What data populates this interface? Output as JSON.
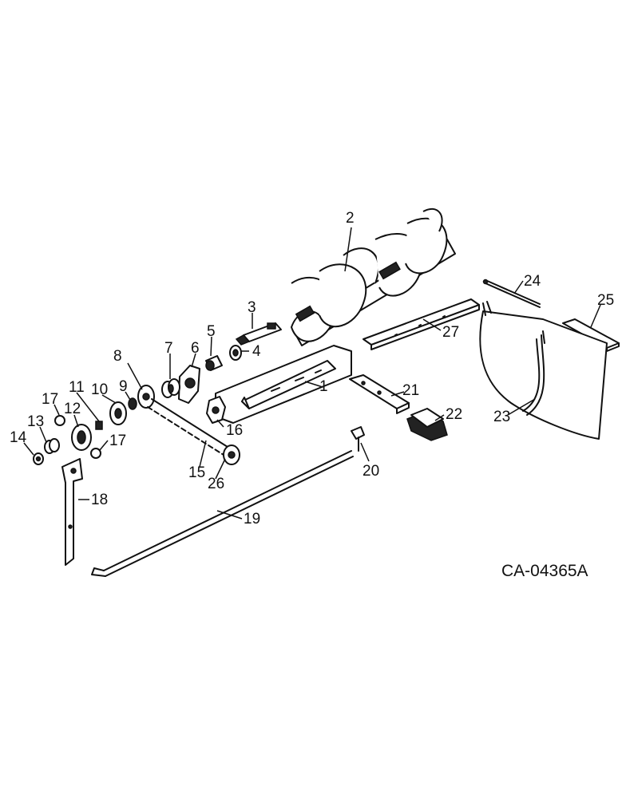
{
  "diagram": {
    "drawing_code": "CA-04365A",
    "part_labels": [
      "1",
      "2",
      "3",
      "4",
      "5",
      "6",
      "7",
      "8",
      "9",
      "10",
      "11",
      "12",
      "13",
      "14",
      "15",
      "16",
      "17",
      "17",
      "18",
      "19",
      "20",
      "21",
      "22",
      "23",
      "24",
      "25",
      "26",
      "27"
    ]
  }
}
